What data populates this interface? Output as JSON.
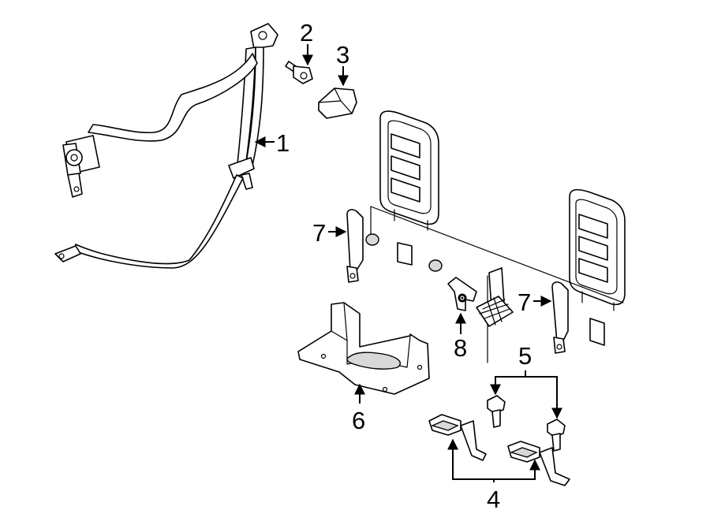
{
  "diagram": {
    "colors": {
      "line": "#000000",
      "fill": "#ffffff",
      "shade": "#d8d8d8"
    },
    "callouts": {
      "c1": "1",
      "c2": "2",
      "c3": "3",
      "c4": "4",
      "c5": "5",
      "c6": "6",
      "c7a": "7",
      "c7b": "7",
      "c8": "8"
    }
  }
}
